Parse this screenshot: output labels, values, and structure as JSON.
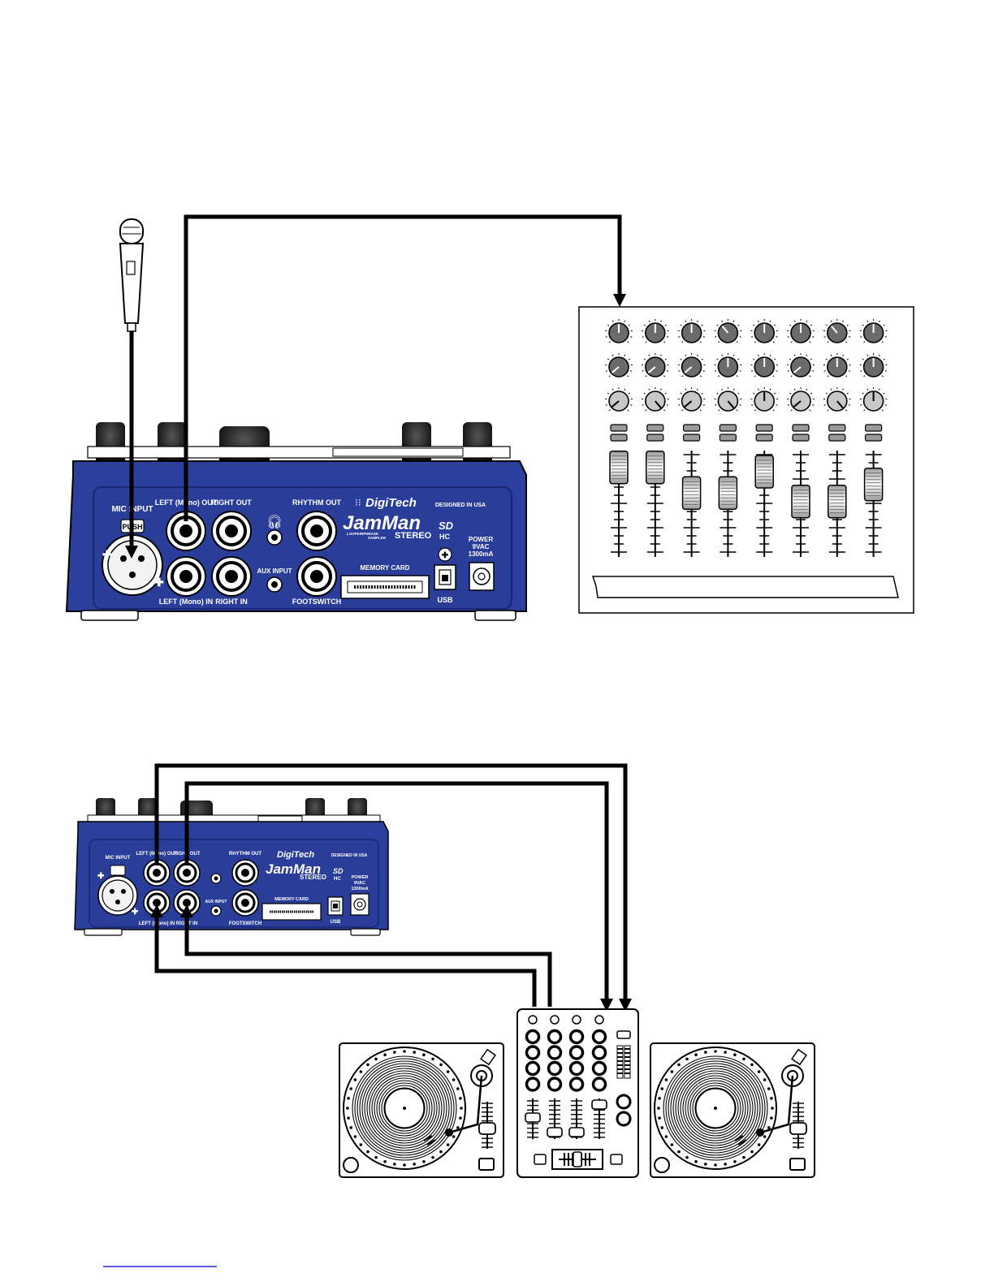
{
  "unit_top": {
    "brand": "DigiTech",
    "model": "JamMan",
    "subtitle": "STEREO",
    "tagline_1": "LOOPER/PHRASE",
    "tagline_2": "SAMPLER",
    "designed": "DESIGNED IN USA",
    "sd_1": "SD",
    "sd_2": "HC",
    "jacks": {
      "mic_input": "MIC INPUT",
      "left_out": "LEFT (Mono) OUT",
      "right_out": "RIGHT OUT",
      "left_in": "LEFT (Mono) IN",
      "right_in": "RIGHT IN",
      "rhythm_out": "RHYTHM OUT",
      "aux_input": "AUX INPUT",
      "footswitch": "FOOTSWITCH",
      "memory_card": "MEMORY CARD",
      "usb": "USB",
      "power_1": "POWER",
      "power_2": "9VAC",
      "power_3": "1300mA"
    }
  },
  "unit_bottom": {
    "brand": "DigiTech",
    "model": "JamMan",
    "subtitle": "STEREO",
    "designed": "DESIGNED IN USA",
    "sd_1": "SD",
    "sd_2": "HC",
    "jacks": {
      "mic_input": "MIC INPUT",
      "left_out": "LEFT (Mono) OUT",
      "right_out": "RIGHT OUT",
      "left_in": "LEFT (Mono) IN",
      "right_in": "RIGHT IN",
      "rhythm_out": "RHYTHM OUT",
      "aux_input": "AUX INPUT",
      "footswitch": "FOOTSWITCH",
      "memory_card": "MEMORY CARD",
      "usb": "USB",
      "power_1": "POWER",
      "power_2": "9VAC",
      "power_3": "1300mA"
    }
  },
  "mixer": {
    "channels": 8,
    "fader_levels": [
      0.85,
      0.85,
      0.55,
      0.55,
      0.8,
      0.45,
      0.45,
      0.65
    ]
  },
  "colors": {
    "unit_blue": "#2b3f9c",
    "unit_dark": "#1a2670",
    "knob_dark": "#6b6b6b",
    "knob_light": "#c8c8c8",
    "cable": "#000000",
    "link": "#1f2bd0"
  }
}
